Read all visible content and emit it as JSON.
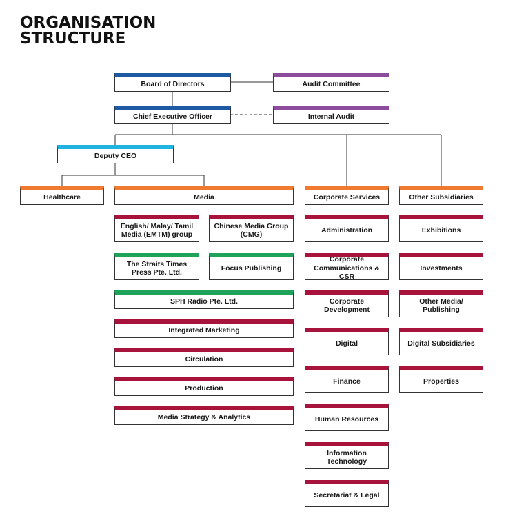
{
  "title": {
    "line1": "ORGANISATION",
    "line2": "STRUCTURE"
  },
  "colors": {
    "board": "#1d5aa3",
    "audit": "#8e4c9c",
    "deputy": "#1fb3df",
    "division": "#f07a30",
    "media_group": "#1fa35b",
    "unit": "#a8133c"
  },
  "top": {
    "board": "Board of Directors",
    "audit_committee": "Audit Committee",
    "ceo": "Chief Executive Officer",
    "internal_audit": "Internal Audit",
    "deputy_ceo": "Deputy CEO"
  },
  "divisions": {
    "healthcare": "Healthcare",
    "media": "Media",
    "corporate_services": "Corporate Services",
    "other_subsidiaries": "Other Subsidiaries"
  },
  "media": {
    "emtm": "English/ Malay/ Tamil Media (EMTM) group",
    "cmg": "Chinese Media Group (CMG)",
    "straits_times": "The Straits Times Press Pte. Ltd.",
    "focus": "Focus Publishing",
    "radio": "SPH Radio Pte. Ltd.",
    "integrated_marketing": "Integrated Marketing",
    "circulation": "Circulation",
    "production": "Production",
    "strategy": "Media Strategy & Analytics"
  },
  "corporate": {
    "administration": "Administration",
    "communications": "Corporate Communications & CSR",
    "development": "Corporate Development",
    "digital": "Digital",
    "finance": "Finance",
    "hr": "Human Resources",
    "it": "Information Technology",
    "secretariat": "Secretariat & Legal"
  },
  "subsidiaries": {
    "exhibitions": "Exhibitions",
    "investments": "Investments",
    "other_media": "Other Media/ Publishing",
    "digital_subsidiaries": "Digital Subsidiaries",
    "properties": "Properties"
  }
}
